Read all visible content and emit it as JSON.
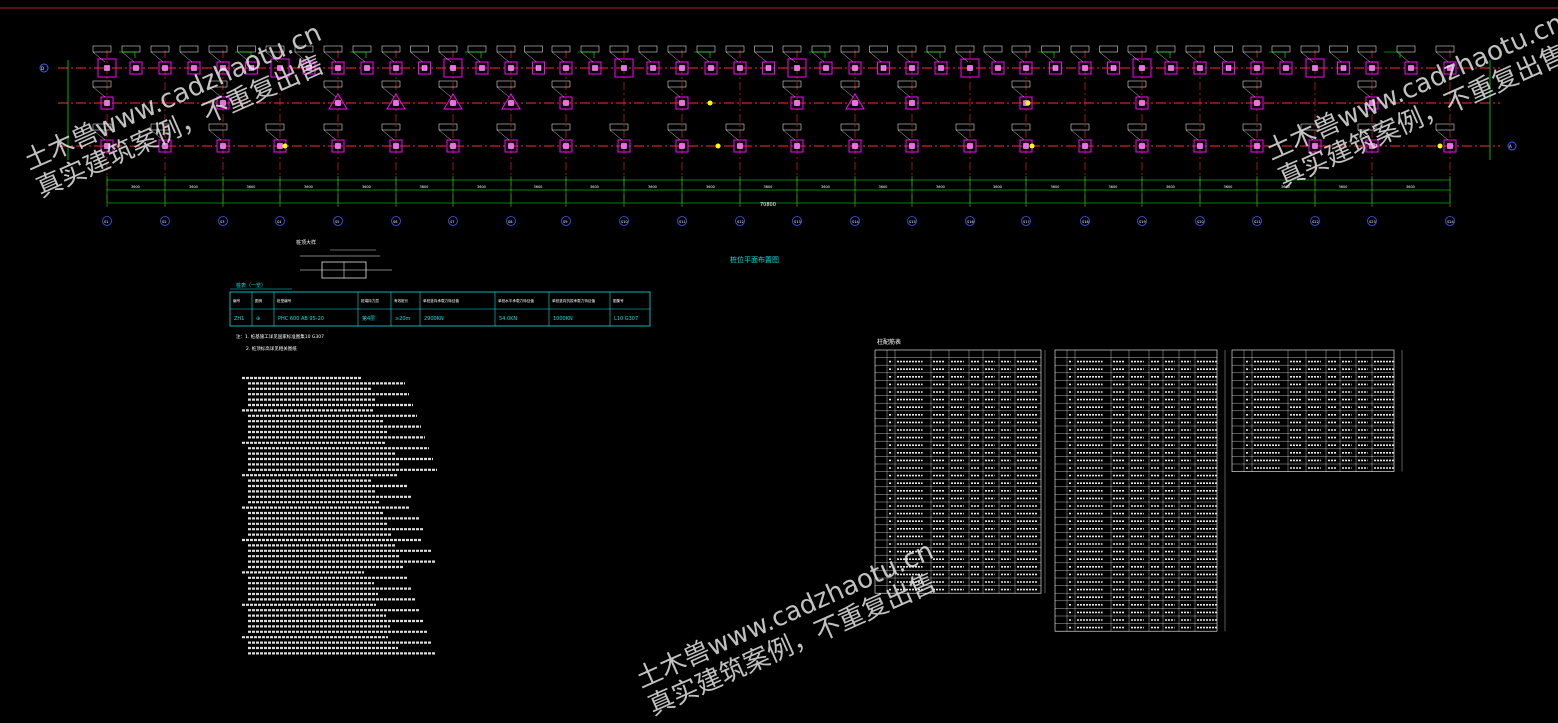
{
  "drawing": {
    "plan_title": "桩位平面布置图",
    "dimension_total": "70800",
    "axis_labels": [
      "S1",
      "S2",
      "S3",
      "S4",
      "S5",
      "S6",
      "S7",
      "S8",
      "S9",
      "S10",
      "S11",
      "S12",
      "S13",
      "S14",
      "S15",
      "S16",
      "S17",
      "S18",
      "S19",
      "S20",
      "S21",
      "S22",
      "S23",
      "S24"
    ],
    "row_labels": [
      "D",
      "A"
    ],
    "pile_table": {
      "title": "桩表（一览）",
      "headers": [
        "编号",
        "图例",
        "桩型编号",
        "桩端持力层",
        "有效桩长",
        "单桩竖向承载力特征值",
        "单桩水平承载力特征值",
        "单桩竖向抗拔承载力特征值",
        "图集号"
      ],
      "row": [
        "ZH1",
        "⊕",
        "PHC 600 AB 95-20",
        "第4层",
        "≥20m",
        "2900KN",
        "54.0KN",
        "1000KN",
        "L10 G307"
      ]
    },
    "notes_head": [
      "注：1. 桩基施工详见国家标准图集10 G307",
      "2. 桩顶标高详见相关图纸"
    ],
    "detail_label": "桩顶大样",
    "column_table_title": "柱配筋表"
  },
  "watermark": {
    "line1": "土木兽www.cadzhaotu.cn",
    "line2": "真实建筑案例，不重复出售"
  },
  "colors": {
    "background": "#000000",
    "axis_red": "#ff2a2a",
    "pile_magenta": "#ff00ff",
    "label_white": "#ffffff",
    "table_cyan": "#00e0e0",
    "green": "#00ff00",
    "yellow": "#ffff00",
    "blue": "#3a5cff"
  }
}
